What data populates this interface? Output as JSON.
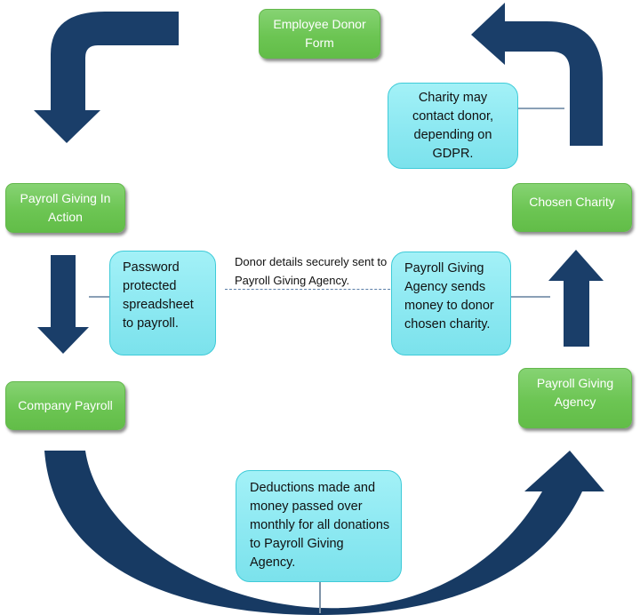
{
  "diagram": {
    "title": "Payroll Giving process cycle",
    "colors": {
      "arrow": "#1a3e69",
      "step_box": "#6cc553",
      "note_box": "#8ee9f2",
      "connector": "#8aa0b6"
    },
    "steps": [
      {
        "id": "employee-donor-form",
        "label": "Employee Donor Form"
      },
      {
        "id": "payroll-giving-in-action",
        "label": "Payroll Giving In Action"
      },
      {
        "id": "company-payroll",
        "label": "Company Payroll"
      },
      {
        "id": "payroll-giving-agency",
        "label": "Payroll Giving Agency"
      },
      {
        "id": "chosen-charity",
        "label": "Chosen Charity"
      }
    ],
    "notes": {
      "charity_contact": "Charity may contact donor, depending on GDPR.",
      "password_spreadsheet": "Password protected spreadsheet to payroll.",
      "donor_details": "Donor details securely sent to Payroll Giving Agency.",
      "agency_sends": "Payroll Giving Agency sends money to donor chosen charity.",
      "deductions": "Deductions made and money passed over monthly for all donations to Payroll Giving Agency."
    },
    "flow": [
      {
        "from": "employee-donor-form",
        "to": "payroll-giving-in-action",
        "icon": "curved-arrow-down-left"
      },
      {
        "from": "payroll-giving-in-action",
        "to": "company-payroll",
        "icon": "arrow-down"
      },
      {
        "from": "company-payroll",
        "to": "payroll-giving-agency",
        "icon": "curved-arrow-u"
      },
      {
        "from": "payroll-giving-agency",
        "to": "chosen-charity",
        "icon": "arrow-up"
      },
      {
        "from": "chosen-charity",
        "to": "employee-donor-form",
        "icon": "curved-arrow-up-left"
      }
    ]
  }
}
